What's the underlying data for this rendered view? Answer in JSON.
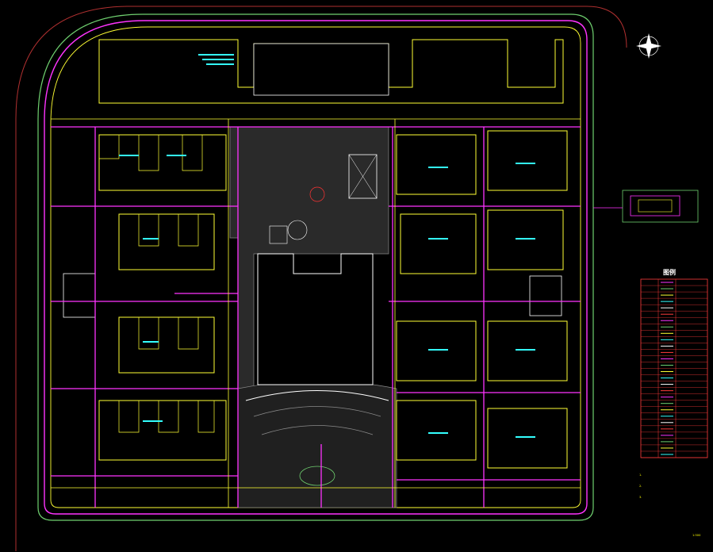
{
  "colors": {
    "background": "#000000",
    "site_boundary": "#6fd06f",
    "building_outline": "#ffff33",
    "drain_pipe": "#ff33ff",
    "label_cyan": "#33ffff",
    "landscape": "#8a8a8a",
    "road_dark": "#1b1b1b",
    "legend_red": "#ff3b3b",
    "white": "#ffffff"
  },
  "plan": {
    "north_symbol": "north-arrow",
    "legend": {
      "title": "图例",
      "rows": [
        "",
        "",
        "",
        "",
        "",
        "",
        "",
        "",
        "",
        "",
        "",
        "",
        "",
        "",
        "",
        "",
        "",
        "",
        "",
        "",
        "",
        "",
        "",
        "",
        "",
        "",
        "",
        ""
      ]
    },
    "detail_caption": "",
    "drawing_title": "",
    "scale": "1:500",
    "notes": [
      "1.",
      "2.",
      "3."
    ],
    "gate_labels": [
      "",
      "",
      ""
    ],
    "building_labels": [
      "",
      "",
      ""
    ]
  }
}
